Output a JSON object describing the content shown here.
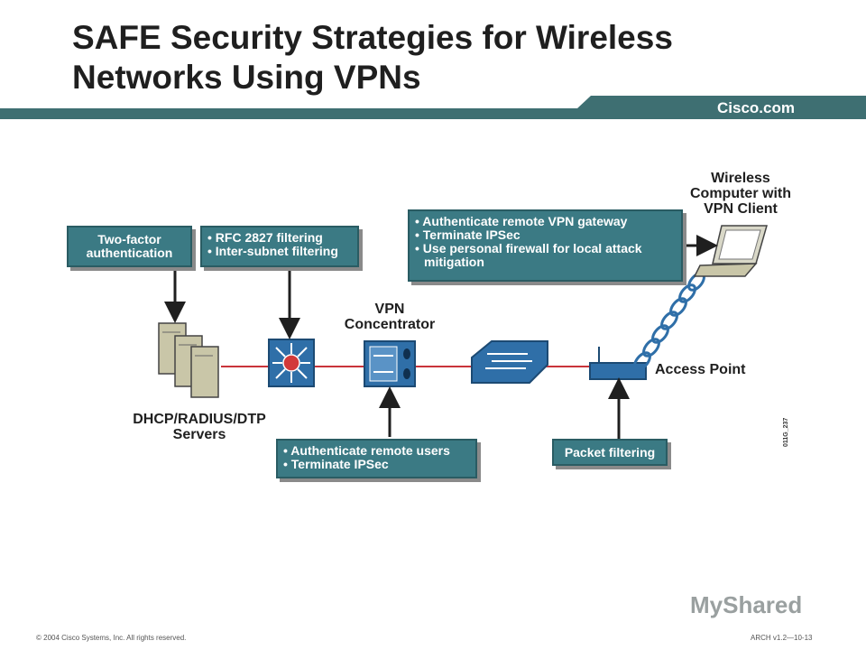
{
  "title": "SAFE Security Strategies for Wireless Networks Using VPNs",
  "brand": "Cisco.com",
  "callouts": {
    "two_factor": "Two-factor authentication",
    "filtering": [
      "RFC 2827 filtering",
      "Inter-subnet filtering"
    ],
    "vpn_client": [
      "Authenticate remote VPN gateway",
      "Terminate IPSec",
      "Use personal firewall for local attack mitigation"
    ],
    "vpn_concentrator": [
      "Authenticate remote users",
      "Terminate IPSec"
    ],
    "packet_filtering": "Packet filtering"
  },
  "labels": {
    "wireless_computer": "Wireless Computer with VPN Client",
    "vpn_concentrator": "VPN Concentrator",
    "access_point": "Access Point",
    "servers": "DHCP/RADIUS/DTP Servers"
  },
  "figure_tag": "011G_237",
  "footer": {
    "copyright": "© 2004 Cisco Systems, Inc. All rights reserved.",
    "course": "ARCH v1.2—10-13"
  },
  "watermark": "MyShared",
  "colors": {
    "callout": "#3b7a84",
    "header_bar": "#3e6f72",
    "link_line": "#c9343a",
    "device": "#2f6fa8"
  }
}
